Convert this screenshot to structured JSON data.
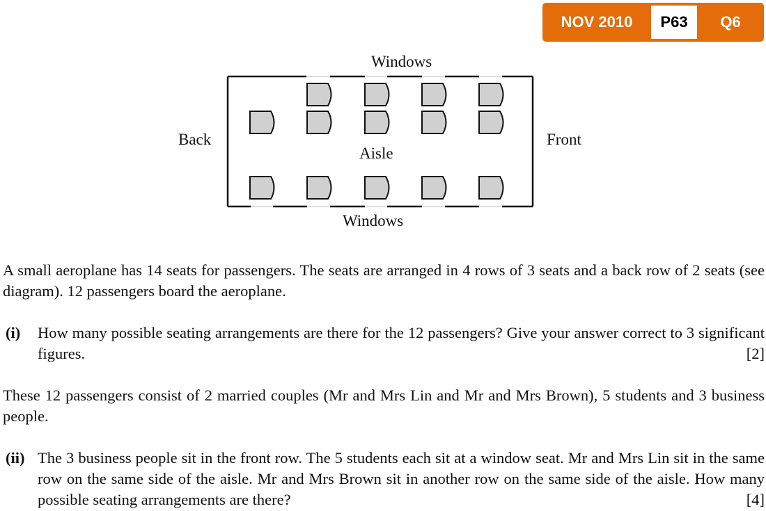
{
  "badge": {
    "session": "NOV 2010",
    "paper": "P63",
    "question": "Q6",
    "color": "#e46c0a"
  },
  "diagram": {
    "top_label": "Windows",
    "bottom_label": "Windows",
    "back_label": "Back",
    "front_label": "Front",
    "aisle_label": "Aisle",
    "seat_count": 14
  },
  "intro": "A small aeroplane has 14 seats for passengers. The seats are arranged in 4 rows of 3 seats and a back row of 2 seats (see diagram). 12 passengers board the aeroplane.",
  "part_i": {
    "num": "(i)",
    "text": "How many possible seating arrangements are there for the 12 passengers? Give your answer correct to 3 significant figures.",
    "marks": "[2]"
  },
  "middle": "These 12 passengers consist of 2 married couples (Mr and Mrs Lin and Mr and Mrs Brown), 5 students and 3 business people.",
  "part_ii": {
    "num": "(ii)",
    "text": "The 3 business people sit in the front row. The 5 students each sit at a window seat. Mr and Mrs Lin sit in the same row on the same side of the aisle. Mr and Mrs Brown sit in another row on the same side of the aisle. How many possible seating arrangements are there?",
    "marks": "[4]"
  }
}
